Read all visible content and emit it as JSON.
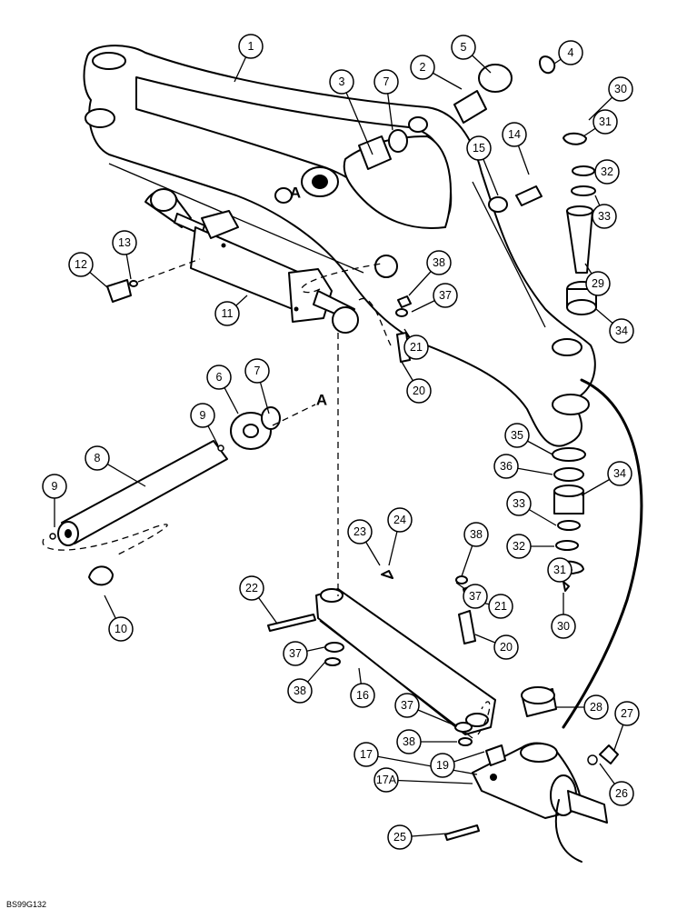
{
  "figure_code": "BS99G132",
  "section_ref": "A",
  "callouts": [
    "1",
    "2",
    "3",
    "4",
    "5",
    "6",
    "7",
    "7",
    "8",
    "9",
    "9",
    "10",
    "11",
    "12",
    "13",
    "14",
    "15",
    "16",
    "17",
    "17A",
    "19",
    "20",
    "20",
    "21",
    "21",
    "22",
    "23",
    "24",
    "25",
    "26",
    "27",
    "28",
    "29",
    "30",
    "30",
    "31",
    "31",
    "32",
    "32",
    "33",
    "33",
    "34",
    "34",
    "35",
    "36",
    "37",
    "37",
    "37",
    "37",
    "38",
    "38",
    "38",
    "38"
  ]
}
